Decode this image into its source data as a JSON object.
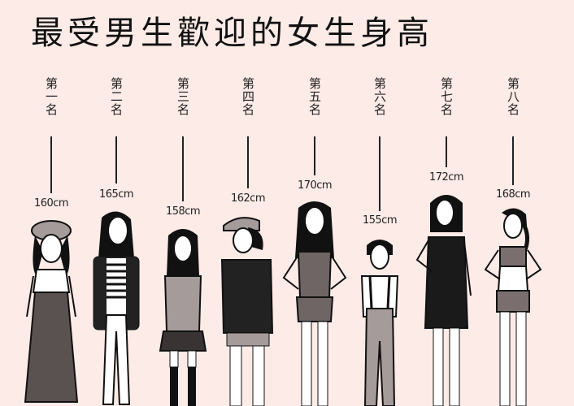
{
  "title": "最受男生歡迎的女生身高",
  "colors": {
    "background": "#fcebe6",
    "ink": "#1a1a1a",
    "gray_fill": "#7a6f6e",
    "light_gray_fill": "#a59b9a"
  },
  "rankings": [
    {
      "rank_label": "第一名",
      "height": "160cm",
      "figure_icon": "girl-hat-long-skirt-icon"
    },
    {
      "rank_label": "第二名",
      "height": "165cm",
      "figure_icon": "girl-striped-shirt-cardigan-icon"
    },
    {
      "rank_label": "第三名",
      "height": "158cm",
      "figure_icon": "girl-school-uniform-icon"
    },
    {
      "rank_label": "第四名",
      "height": "162cm",
      "figure_icon": "girl-cap-tshirt-shorts-icon"
    },
    {
      "rank_label": "第五名",
      "height": "170cm",
      "figure_icon": "woman-long-hair-romper-icon"
    },
    {
      "rank_label": "第六名",
      "height": "155cm",
      "figure_icon": "short-hair-overalls-icon"
    },
    {
      "rank_label": "第七名",
      "height": "172cm",
      "figure_icon": "woman-bob-black-dress-icon"
    },
    {
      "rank_label": "第八名",
      "height": "168cm",
      "figure_icon": "woman-ponytail-crop-top-icon"
    }
  ]
}
